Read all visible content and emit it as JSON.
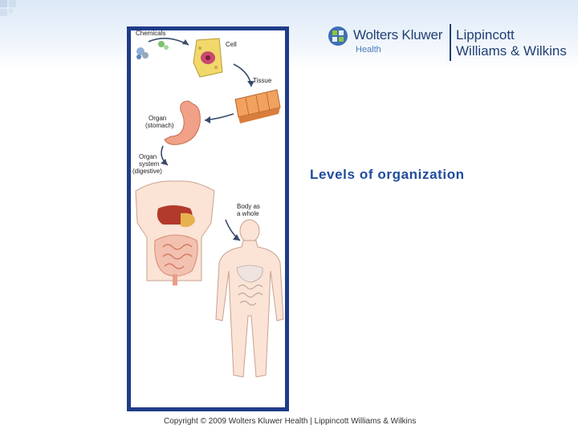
{
  "header": {
    "logo_primary": "Wolters Kluwer",
    "logo_sub": "Health",
    "logo_secondary_line1": "Lippincott",
    "logo_secondary_line2": "Williams & Wilkins"
  },
  "figure": {
    "labels": {
      "chemicals": "Chemicals",
      "cell": "Cell",
      "tissue": "Tissue",
      "organ": "Organ",
      "organ_detail": "(stomach)",
      "organ_system": "Organ",
      "organ_system_line2": "system",
      "organ_system_detail": "(digestive)",
      "body": "Body as",
      "body_line2": "a whole"
    }
  },
  "slide": {
    "title": "Levels of organization"
  },
  "footer": {
    "copyright": "Copyright © 2009 Wolters Kluwer Health | Lippincott Williams & Wilkins"
  },
  "colors": {
    "frame": "#1f3c88",
    "title": "#1f4b9c",
    "logo": "#1f3f73"
  }
}
